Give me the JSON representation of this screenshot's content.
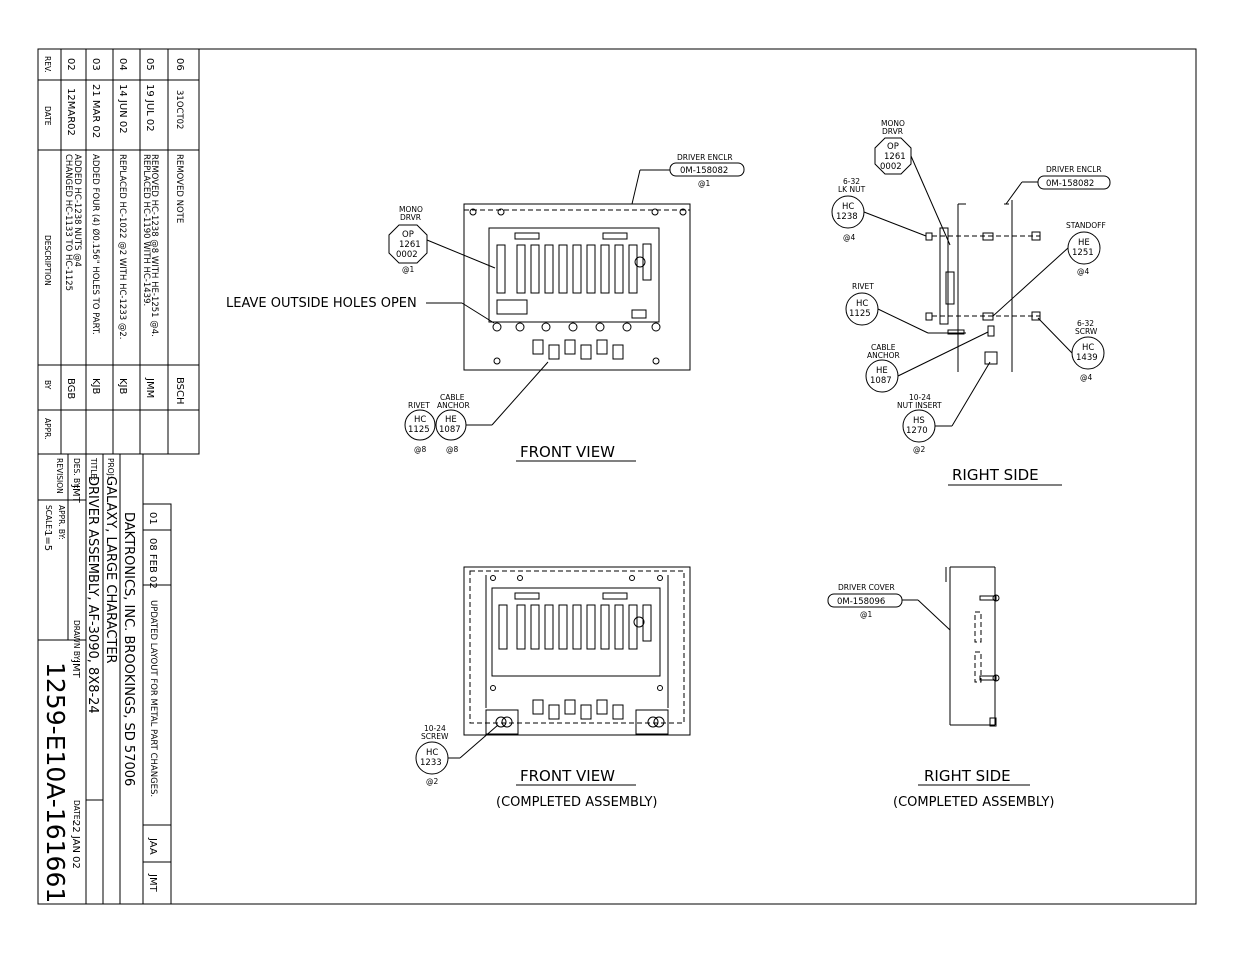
{
  "revisions": [
    {
      "rev": "06",
      "date": "31OCT02",
      "desc1": "REMOVED NOTE",
      "desc2": "",
      "by": "BSCH",
      "appr": ""
    },
    {
      "rev": "05",
      "date": "19 JUL 02",
      "desc1": "REPLACED HC-1190 WITH HC-1439.",
      "desc2": "REMOVED HC-1238 @8 WITH HE-1251 @4.",
      "by": "JMM",
      "appr": ""
    },
    {
      "rev": "04",
      "date": "14 JUN 02",
      "desc1": "REPLACED HC-1022 @2 WITH HC-1233 @2.",
      "desc2": "",
      "by": "KJB",
      "appr": ""
    },
    {
      "rev": "03",
      "date": "21 MAR 02",
      "desc1": "ADDED FOUR (4) Ø0.156\" HOLES TO PART.",
      "desc2": "",
      "by": "KJB",
      "appr": ""
    },
    {
      "rev": "02",
      "date": "12MAR02",
      "desc1": "CHANGED HC-1133 TO HC-1125",
      "desc2": "ADDED HC-1238 NUTS @4",
      "by": "BGB",
      "appr": ""
    }
  ],
  "rev_header": {
    "rev": "REV.",
    "date": "DATE",
    "desc": "DESCRIPTION",
    "by": "BY",
    "appr": "APPR."
  },
  "rev01": {
    "rev": "01",
    "date": "08 FEB 02",
    "desc": "UPDATED LAYOUT FOR METAL PART CHANGES.",
    "by": "JAA",
    "appr": "JMT"
  },
  "title_block": {
    "company": "DAKTRONICS, INC. BROOKINGS, SD 57006",
    "proj_label": "PROJ:",
    "proj": "GALAXY, LARGE CHARACTER",
    "title_label": "TITLE:",
    "title": "DRIVER ASSEMBLY, AF-3090, 8X8-24",
    "des_label": "DES. BY:",
    "des": "JMT",
    "drawn_label": "DRAWN BY:",
    "drawn": "JMT",
    "date_label": "DATE:",
    "date": "22 JAN 02",
    "revision_label": "REVISION",
    "appr_label": "APPR. BY:",
    "scale_label": "SCALE:",
    "scale": "1=5",
    "drawing_number": "1259-E10A-161661"
  },
  "views": {
    "front_view": "FRONT VIEW",
    "right_side": "RIGHT SIDE",
    "front_view_completed": "FRONT VIEW",
    "right_side_completed": "RIGHT SIDE",
    "completed_assembly": "(COMPLETED ASSEMBLY)"
  },
  "notes": {
    "leave_holes": "LEAVE OUTSIDE HOLES OPEN"
  },
  "callouts": {
    "driver_enclr_label": "DRIVER ENCLR",
    "driver_enclr_part": "0M-158082",
    "driver_enclr_qty": "@1",
    "mono_drvr_label1": "MONO",
    "mono_drvr_label2": "DRVR",
    "mono_drvr_p1": "OP",
    "mono_drvr_p2": "1261",
    "mono_drvr_p3": "0002",
    "mono_drvr_qty": "@1",
    "rivet_label": "RIVET",
    "rivet_p1": "HC",
    "rivet_p2": "1125",
    "rivet_qty": "@8",
    "cable_anchor_label1": "CABLE",
    "cable_anchor_label2": "ANCHOR",
    "cable_anchor_p1": "HE",
    "cable_anchor_p2": "1087",
    "cable_anchor_qty": "@8",
    "lk_nut_label1": "6-32",
    "lk_nut_label2": "LK NUT",
    "lk_nut_p1": "HC",
    "lk_nut_p2": "1238",
    "lk_nut_qty": "@4",
    "standoff_label": "STANDOFF",
    "standoff_p1": "HE",
    "standoff_p2": "1251",
    "standoff_qty": "@4",
    "screw_label1": "6-32",
    "screw_label2": "SCRW",
    "screw_p1": "HC",
    "screw_p2": "1439",
    "screw_qty": "@4",
    "nut_insert_label1": "10-24",
    "nut_insert_label2": "NUT INSERT",
    "nut_insert_p1": "HS",
    "nut_insert_p2": "1270",
    "nut_insert_qty": "@2",
    "screw24_label1": "10-24",
    "screw24_label2": "SCREW",
    "screw24_p1": "HC",
    "screw24_p2": "1233",
    "screw24_qty": "@2",
    "driver_cover_label": "DRIVER COVER",
    "driver_cover_part": "0M-158096",
    "driver_cover_qty": "@1"
  }
}
